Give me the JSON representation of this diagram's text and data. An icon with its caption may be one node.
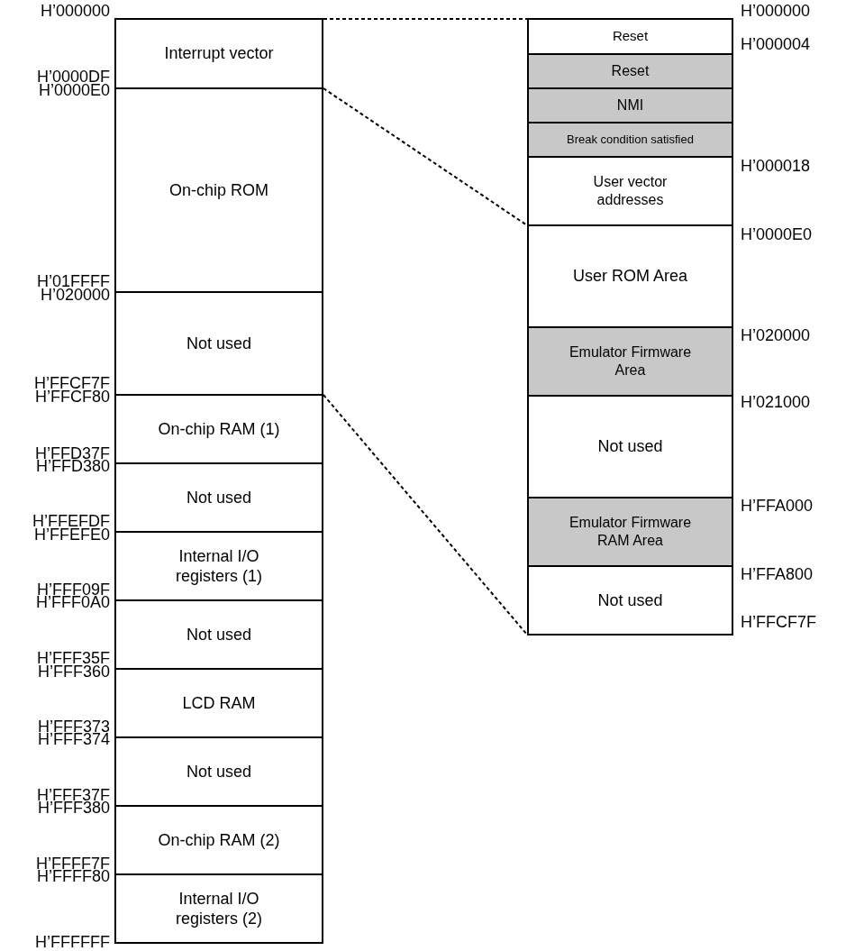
{
  "diagram": {
    "nodes": [
      {
        "text": [
          "Interrupt vector"
        ]
      },
      {
        "text": [
          "On-chip ROM"
        ]
      },
      {
        "text": [
          "Not used"
        ]
      },
      {
        "text": [
          "On-chip RAM (1)"
        ]
      },
      {
        "text": [
          "Not used"
        ]
      },
      {
        "text": [
          "Internal I/O registers (1)"
        ]
      },
      {
        "text": [
          "Not used"
        ]
      },
      {
        "text": [
          "LCD RAM"
        ]
      },
      {
        "text": [
          "Not used"
        ]
      },
      {
        "text": [
          "On-chip RAM (2)"
        ]
      },
      {
        "text": [
          "Internal I/O registers (2)"
        ]
      },
      {
        "text": [
          "Reset"
        ]
      },
      {
        "text": [
          "Reset"
        ]
      },
      {
        "text": [
          "NMI"
        ]
      },
      {
        "text": [
          "Break condition satisfied"
        ]
      },
      {
        "text": [
          "User vector addresses"
        ]
      },
      {
        "text": [
          "User ROM Area"
        ]
      },
      {
        "text": [
          "Emulator Firmware Area"
        ]
      },
      {
        "text": [
          "Not used"
        ]
      },
      {
        "text": [
          "Emulator Firmware RAM Area"
        ]
      },
      {
        "text": [
          "Not used"
        ]
      }
    ],
    "edges": [
      {
        "from": 0,
        "to": 11,
        "arrow": "none",
        "style": "dashed"
      },
      {
        "from": 0,
        "to": 15,
        "arrow": "none",
        "style": "dashed"
      },
      {
        "from": 2,
        "to": 20,
        "arrow": "none",
        "style": "dashed"
      }
    ],
    "labels": [
      "H’000000",
      "H’0000DF",
      "H’0000E0",
      "H’01FFFF",
      "H’020000",
      "H’FFCF7F",
      "H’FFCF80",
      "H’FFD37F",
      "H’FFD380",
      "H’FFEFDF",
      "H’FFEFE0",
      "H’FFF09F",
      "H’FFF0A0",
      "H’FFF35F",
      "H’FFF360",
      "H’FFF373",
      "H’FFF374",
      "H’FFF37F",
      "H’FFF380",
      "H’FFFF7F",
      "H’FFFF80",
      "H’FFFFFF",
      "H’000000",
      "H’000004",
      "H’000018",
      "H’0000E0",
      "H’020000",
      "H’021000",
      "H’FFA000",
      "H’FFA800",
      "H’FFCF7F"
    ]
  }
}
